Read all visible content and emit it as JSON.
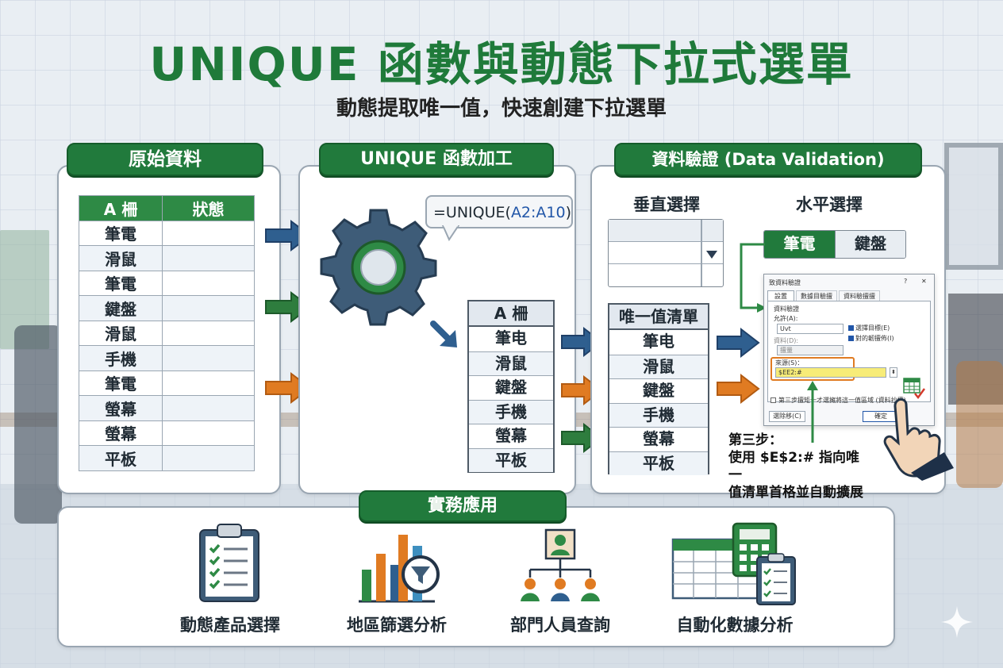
{
  "title": "UNIQUE 函數與動態下拉式選單",
  "subtitle": "動態提取唯一值，快速創建下拉選單",
  "sections": {
    "raw": {
      "label": "原始資料"
    },
    "unique": {
      "label": "UNIQUE 函數加工"
    },
    "validation": {
      "label": "資料驗證 (Data Validation)"
    },
    "apps": {
      "label": "實務應用"
    }
  },
  "raw_table": {
    "headers": [
      "A 柵",
      "狀態"
    ],
    "rows": [
      "筆電",
      "滑鼠",
      "筆電",
      "鍵盤",
      "滑鼠",
      "手機",
      "筆電",
      "螢幕",
      "螢幕",
      "平板"
    ]
  },
  "formula": {
    "prefix": "=UNIQUE(",
    "ref": "A2:A10",
    "suffix": ")"
  },
  "unique_table": {
    "header": "A 柵",
    "rows": [
      "筆电",
      "滑鼠",
      "鍵盤",
      "手機",
      "螢幕",
      "平板"
    ]
  },
  "unique_list": {
    "header": "唯一值清單",
    "rows": [
      "筆电",
      "滑鼠",
      "鍵盤",
      "手機",
      "螢幕",
      "平板"
    ]
  },
  "vertical_select": {
    "label": "垂直選擇"
  },
  "horizontal_select": {
    "label": "水平選擇",
    "options": [
      "筆電",
      "鍵盤"
    ]
  },
  "dialog": {
    "title": "致資料驗證",
    "help": "?",
    "close": "✕",
    "tabs": [
      "設置",
      "數據目驗擅",
      "資料驗擅擅"
    ],
    "section": "資料驗證",
    "allow_label": "允許(A):",
    "allow_value": "Uvt",
    "data_label": "資料(D):",
    "data_value": "擅量",
    "check1": "選擇目標(E)",
    "check2": "對的韌擅佈(I)",
    "source_label": "來源(S)：",
    "source_value": "$EE2:#",
    "bottom_check": "第三步擅矩一才選擁將這一值區域 (資料抄擅)",
    "clear_button": "選除移(C)",
    "ok_button": "確定"
  },
  "step_note": {
    "line1": "第三步：",
    "line2": "使用 $E$2:# 指向唯一",
    "line3": "值清單首格並自動擴展"
  },
  "applications": [
    {
      "label": "動態產品選擇",
      "icon": "clipboard-checklist-icon"
    },
    {
      "label": "地區篩選分析",
      "icon": "bar-chart-filter-icon"
    },
    {
      "label": "部門人員查詢",
      "icon": "org-chart-icon"
    },
    {
      "label": "自動化數據分析",
      "icon": "spreadsheet-calculator-icon"
    }
  ],
  "colors": {
    "green": "#217a3c",
    "blue_arrow": "#2f5f8f",
    "green_arrow": "#2e7d3e",
    "orange_arrow": "#e07b22",
    "highlight": "#f7ec78"
  }
}
